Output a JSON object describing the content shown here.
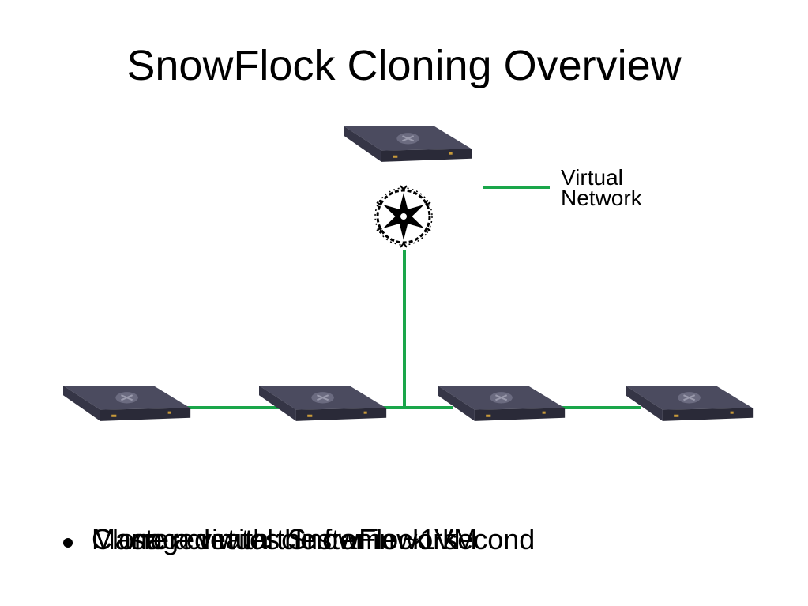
{
  "title": "SnowFlock Cloning Overview",
  "legend": {
    "line1": "Virtual",
    "line2": "Network",
    "color": "#1aa64a"
  },
  "bullets": [
    "Master creates SnowFlock VM",
    "Clone a virtual cluster in ~1 second",
    "Managed with the framework"
  ],
  "colors": {
    "network": "#1aa64a",
    "server_body": "#2e2e3e",
    "server_top": "#4a4a5e"
  },
  "icons": [
    "server-icon",
    "snowflake-icon"
  ]
}
